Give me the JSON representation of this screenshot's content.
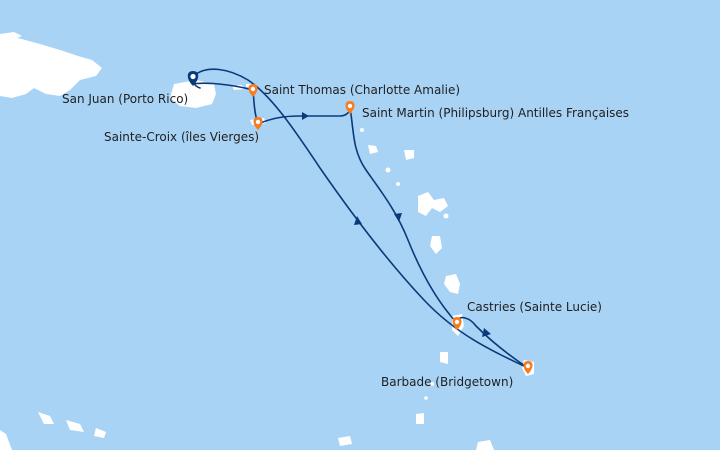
{
  "map": {
    "colors": {
      "sea": "#a9d3f5",
      "land": "#ffffff",
      "route": "#0b3a7a",
      "home_port_marker": "#0b3a7a",
      "stop_marker": "#f57c1f"
    },
    "ports": [
      {
        "id": "san-juan",
        "label": "San Juan (Porto Rico)",
        "type": "home-port"
      },
      {
        "id": "saint-thomas",
        "label": "Saint Thomas (Charlotte Amalie)",
        "type": "stop"
      },
      {
        "id": "sainte-croix",
        "label": "Sainte-Croix (îles Vierges)",
        "type": "stop"
      },
      {
        "id": "saint-martin",
        "label": "Saint Martin (Philipsburg) Antilles Françaises",
        "type": "stop"
      },
      {
        "id": "castries",
        "label": "Castries (Sainte Lucie)",
        "type": "stop"
      },
      {
        "id": "barbade",
        "label": "Barbade (Bridgetown)",
        "type": "stop"
      }
    ]
  }
}
